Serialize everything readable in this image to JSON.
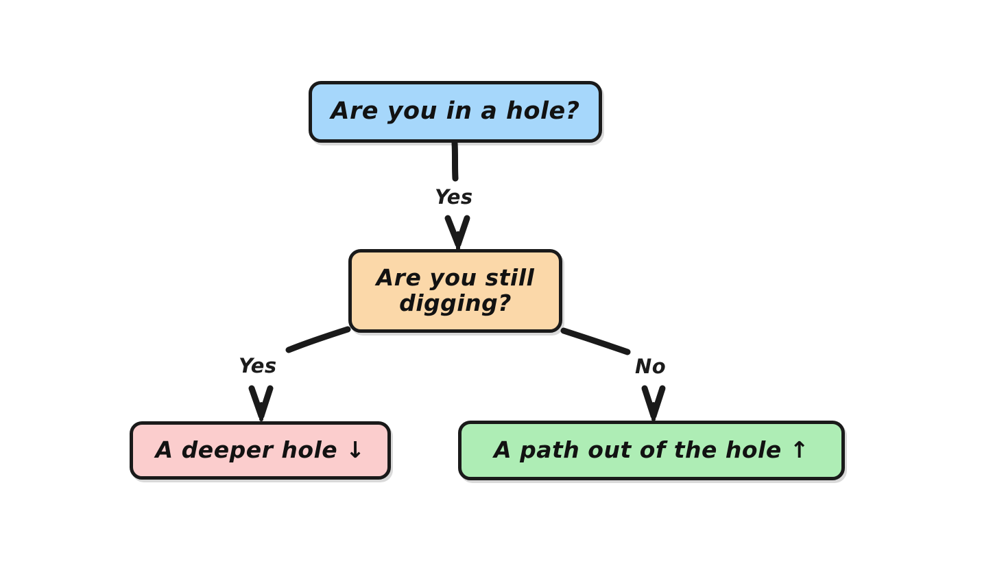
{
  "diagram": {
    "title": "Are you in a hole? decision flowchart",
    "background_color": "#ffffff",
    "style": "hand-drawn sketch flowchart",
    "nodes": [
      {
        "id": "hole",
        "text": "Are you in a hole?",
        "shape": "rounded-rectangle",
        "fill_color": "#a6d7fb",
        "border_color": "#1a1a1a",
        "role": "question"
      },
      {
        "id": "digging",
        "text": "Are you still digging?",
        "line1": "Are you still",
        "line2": "digging?",
        "shape": "rounded-rectangle",
        "fill_color": "#fbd8a9",
        "border_color": "#1a1a1a",
        "role": "question"
      },
      {
        "id": "deeper",
        "text": "A deeper hole ↓",
        "shape": "rounded-rectangle",
        "fill_color": "#fbcdcd",
        "border_color": "#1a1a1a",
        "role": "outcome-negative"
      },
      {
        "id": "path",
        "text": "A path out of the hole ↑",
        "shape": "rounded-rectangle",
        "fill_color": "#aeedb5",
        "border_color": "#1a1a1a",
        "role": "outcome-positive"
      }
    ],
    "edges": [
      {
        "id": "hole-to-digging",
        "from": "hole",
        "to": "digging",
        "label": "Yes"
      },
      {
        "id": "digging-to-deeper",
        "from": "digging",
        "to": "deeper",
        "label": "Yes"
      },
      {
        "id": "digging-to-path",
        "from": "digging",
        "to": "path",
        "label": "No"
      }
    ]
  }
}
